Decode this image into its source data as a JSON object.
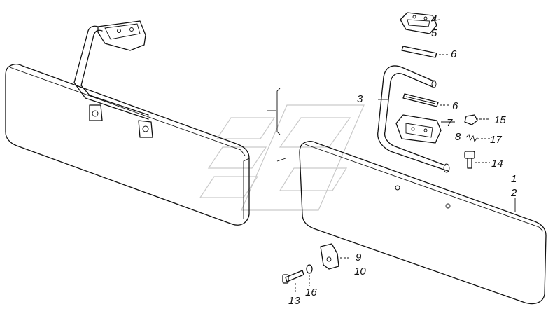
{
  "callouts": {
    "c1": "1",
    "c2": "2",
    "c3": "3",
    "c4": "4",
    "c5": "5",
    "c6a": "6",
    "c6b": "6",
    "c7": "7",
    "c8": "8",
    "c9": "9",
    "c10": "10",
    "c13": "13",
    "c14": "14",
    "c15": "15",
    "c16": "16",
    "c17": "17"
  }
}
